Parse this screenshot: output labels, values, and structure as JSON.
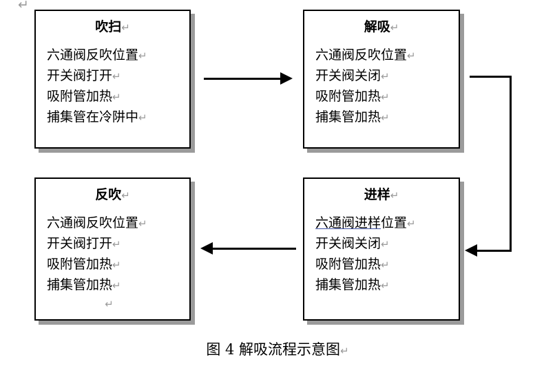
{
  "document": {
    "return_mark": "↵",
    "top_return_mark": "↵"
  },
  "diagram": {
    "boxes": [
      {
        "id": "purge",
        "title": "吹扫",
        "title_mark": "↵",
        "lines": [
          {
            "text": "六通阀反吹位置",
            "mark": "↵",
            "underlined_prefix": ""
          },
          {
            "text": "开关阀打开",
            "mark": "↵",
            "underlined_prefix": ""
          },
          {
            "text": "吸附管加热",
            "mark": "↵",
            "underlined_prefix": ""
          },
          {
            "text": "捕集管在冷阱中",
            "mark": "↵",
            "underlined_prefix": ""
          }
        ],
        "trailing_mark": ""
      },
      {
        "id": "desorb",
        "title": "解吸",
        "title_mark": "↵",
        "lines": [
          {
            "text": "六通阀反吹位置",
            "mark": "↵",
            "underlined_prefix": ""
          },
          {
            "text": "开关阀关闭",
            "mark": "↵",
            "underlined_prefix": ""
          },
          {
            "text": "吸附管加热",
            "mark": "↵",
            "underlined_prefix": ""
          },
          {
            "text": "捕集管加热",
            "mark": "↵",
            "underlined_prefix": ""
          }
        ],
        "trailing_mark": ""
      },
      {
        "id": "backflush",
        "title": "反吹",
        "title_mark": "↵",
        "lines": [
          {
            "text": "六通阀反吹位置",
            "mark": "↵",
            "underlined_prefix": ""
          },
          {
            "text": "开关阀打开",
            "mark": "↵",
            "underlined_prefix": ""
          },
          {
            "text": "吸附管加热",
            "mark": "↵",
            "underlined_prefix": ""
          },
          {
            "text": "捕集管加热",
            "mark": "↵",
            "underlined_prefix": ""
          }
        ],
        "trailing_mark": "↵"
      },
      {
        "id": "inject",
        "title": "进样",
        "title_mark": "↵",
        "lines": [
          {
            "text": "位置",
            "mark": "↵",
            "underlined_prefix": "六通阀进样"
          },
          {
            "text": "开关阀关闭",
            "mark": "↵",
            "underlined_prefix": ""
          },
          {
            "text": "吸附管加热",
            "mark": "↵",
            "underlined_prefix": ""
          },
          {
            "text": "捕集管加热",
            "mark": "↵",
            "underlined_prefix": ""
          }
        ],
        "trailing_mark": ""
      }
    ],
    "connectors": [
      {
        "id": "purge-to-desorb",
        "from": "吹扫",
        "to": "解吸",
        "direction": "right"
      },
      {
        "id": "desorb-to-inject",
        "from": "解吸",
        "to": "进样",
        "direction": "right-down-left"
      },
      {
        "id": "inject-to-backflush",
        "from": "进样",
        "to": "反吹",
        "direction": "left"
      }
    ],
    "colors": {
      "stroke": "#000000",
      "box_shadow": "#9b9b9b",
      "underline": "#3b4ea0",
      "return_mark": "#9a9a9a"
    }
  },
  "caption": {
    "text": "图 4  解吸流程示意图",
    "mark": "↵"
  }
}
